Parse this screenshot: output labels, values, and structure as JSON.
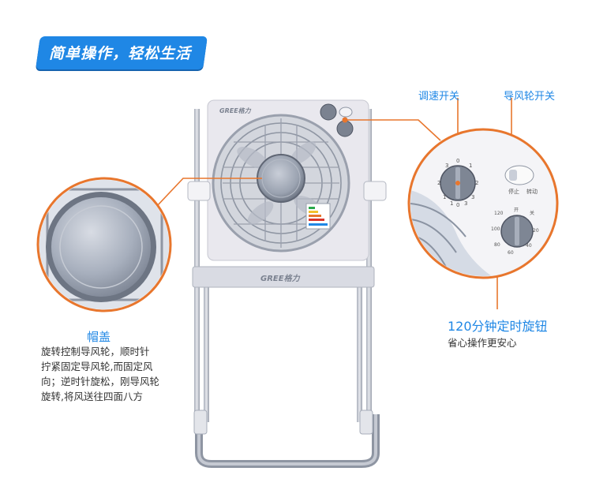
{
  "banner": {
    "title": "简单操作，轻松生活"
  },
  "labels": {
    "speed_switch": "调速开关",
    "guide_switch": "导风轮开关"
  },
  "fan": {
    "brand_top": "GREE格力",
    "brand_bar": "GREE格力"
  },
  "right_zoom": {
    "speed_ticks": [
      "3",
      "2",
      "1",
      "0",
      "1",
      "2",
      "3",
      "1",
      "0",
      "3"
    ],
    "switch_left": "停止",
    "switch_right": "转动",
    "timer_top": "开",
    "timer_top_right": "关",
    "timer_ticks": [
      "120",
      "100",
      "80",
      "60",
      "40",
      "20"
    ]
  },
  "cap": {
    "title": "帽盖",
    "desc_lines": [
      "旋转控制导风轮，顺时针",
      "拧紧固定导风轮,而固定风",
      "向；逆时针旋松，刚导风轮",
      "旋转,将风送往四面八方"
    ]
  },
  "timer": {
    "title": "120分钟定时旋钮",
    "subtitle": "省心操作更安心"
  },
  "colors": {
    "accent": "#1f87e5",
    "leader_line": "#e8762d",
    "fan_body": "#e9e8ee",
    "fan_gray": "#8f96a3"
  }
}
